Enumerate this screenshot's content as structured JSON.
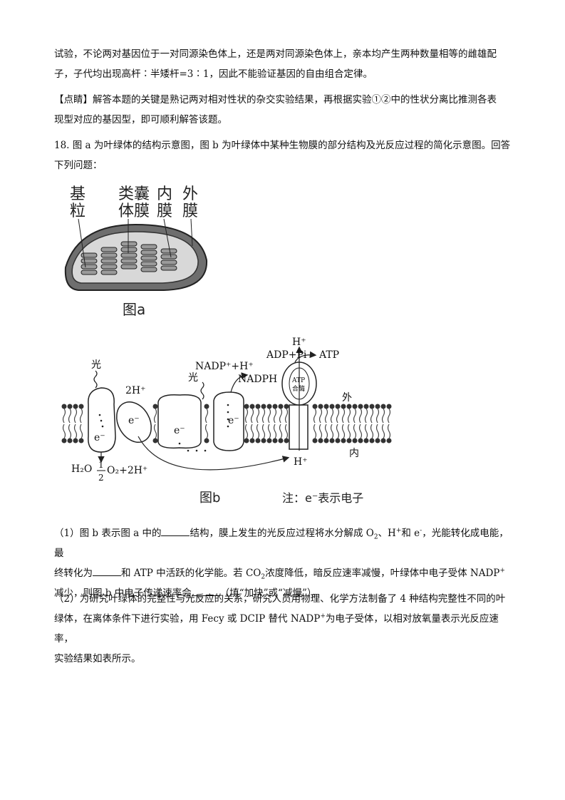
{
  "p1": {
    "line1": "试验，不论两对基因位于一对同源染色体上，还是两对同源染色体上，亲本均产生两种数量相等的雌雄配",
    "line2": "子，子代均出现高杆∶半矮杆=3∶1，因此不能验证基因的自由组合定律。"
  },
  "comment": {
    "tag": "【点睛】",
    "line1": "解答本题的关键是熟记两对相对性状的杂交实验结果，再根据实验①②中的性状分离比推测各表",
    "line2": "现型对应的基因型，即可顺利解答该题。"
  },
  "q18": {
    "line1": "18. 图 a 为叶绿体的结构示意图，图 b 为叶绿体中某种生物膜的部分结构及光反应过程的简化示意图。回答",
    "line2": "下列问题："
  },
  "figA": {
    "labels": [
      "基粒",
      "类囊体膜",
      "内膜",
      "外膜"
    ],
    "caption": "图a"
  },
  "figB": {
    "light1": "光",
    "light2": "光",
    "two_h": "2H⁺",
    "nadp": "NADP⁺+H⁺",
    "nadph": "NADPH",
    "adp": "ADP+Pi",
    "atp": "ATP",
    "h_top": "H⁺",
    "h_bottom": "H⁺",
    "atp_enzyme": [
      "ATP",
      "合酶"
    ],
    "outside": "外",
    "inside": "内",
    "electron": "e⁻",
    "water": "H₂O",
    "half": "1",
    "two": "2",
    "o2": "O₂+2H⁺",
    "caption": "图b",
    "note": "注：e⁻表示电子"
  },
  "sub1": {
    "a": "（1）图 b 表示图 a 中的",
    "b": "结构，膜上发生的光反应过程将水分解成 O",
    "c": "、H",
    "d": "和 e",
    "e": "，光能转化成电能，最",
    "f": "终转化为",
    "g": "和 ATP 中活跃的化学能。若 CO",
    "h": "浓度降低，暗反应速率减慢，叶绿体中电子受体 NADP",
    "i": "减少，则图 b 中电子传递速率会",
    "j": "（填“加快”或“减慢”）。",
    "sub2": "2",
    "sup_plus": "+",
    "sup_minus": "-"
  },
  "sub2": {
    "line1": "（2）为研究叶绿体的完整性与光反应的关系，研究人员用物理、化学方法制备了 4 种结构完整性不同的叶",
    "line2a": "绿体，在离体条件下进行实验，用 Fecy 或 DCIP 替代 NADP",
    "line2b": "为电子受体，以相对放氧量表示光反应速率，",
    "line3": "实验结果如表所示。",
    "sup_plus": "+"
  }
}
